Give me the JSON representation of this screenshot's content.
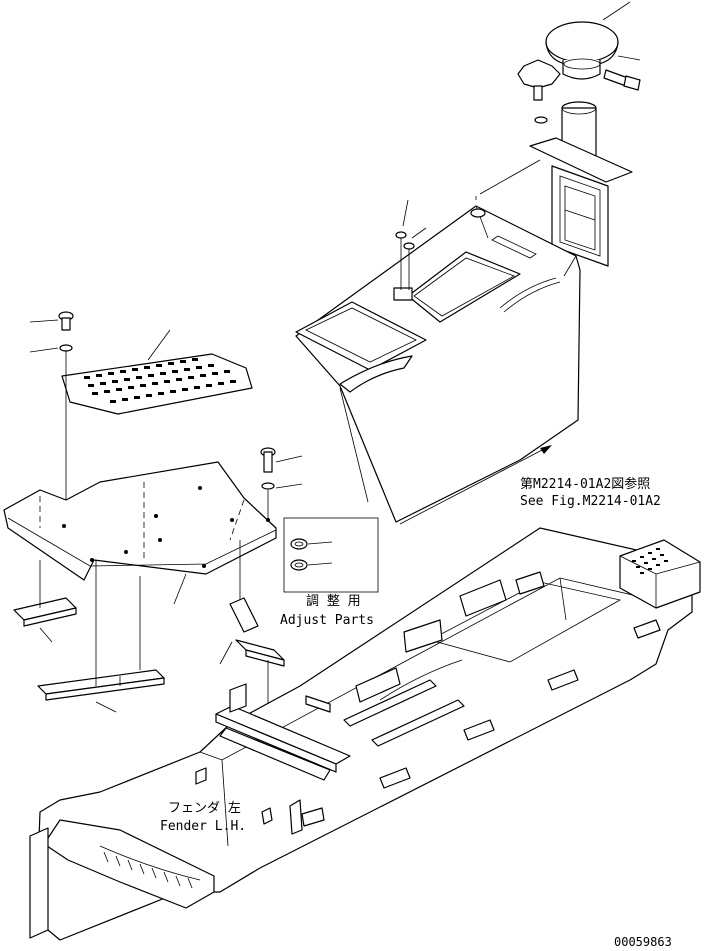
{
  "labels": {
    "ref_jp": "第M2214-01A2図参照",
    "ref_en": "See Fig.M2214-01A2",
    "adjust_jp": "調 整 用",
    "adjust_en": "Adjust Parts",
    "fender_jp": "フェンダ 左",
    "fender_en": "Fender L.H.",
    "drawing_number": "00059863"
  }
}
